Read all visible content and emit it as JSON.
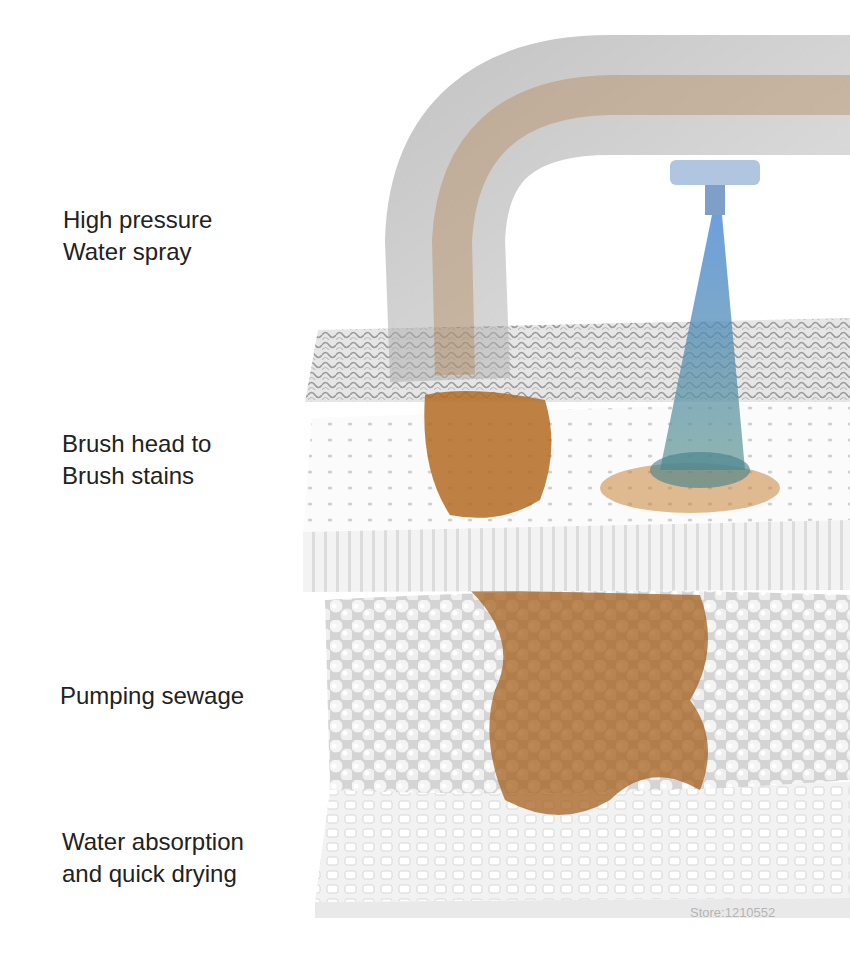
{
  "diagram": {
    "labels": [
      "High pressure Water spray",
      "Brush head to Brush stains",
      "Pumping sewage",
      "Water absorption and quick drying",
      "Store:1210552"
    ]
  }
}
